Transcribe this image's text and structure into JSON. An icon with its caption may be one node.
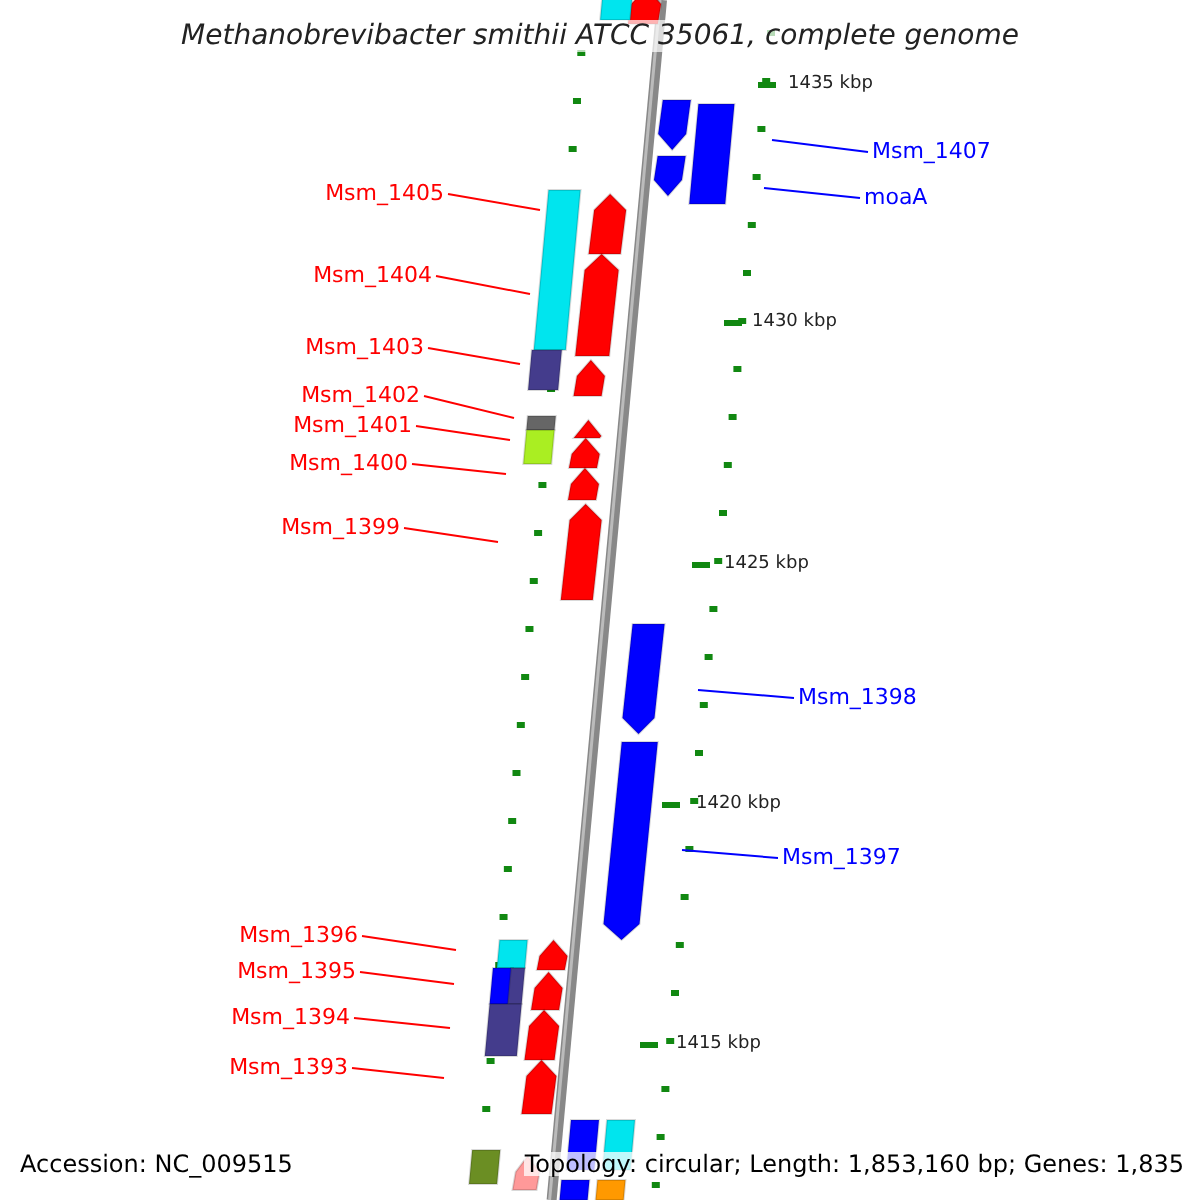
{
  "diagram": {
    "title": "Methanobrevibacter smithii ATCC 35061, complete genome",
    "nodes": [
      {
        "text": [
          "Msm_1407"
        ]
      },
      {
        "text": [
          "moaA"
        ]
      },
      {
        "text": [
          "Msm_1405"
        ]
      },
      {
        "text": [
          "Msm_1404"
        ]
      },
      {
        "text": [
          "Msm_1403"
        ]
      },
      {
        "text": [
          "Msm_1402"
        ]
      },
      {
        "text": [
          "Msm_1401"
        ]
      },
      {
        "text": [
          "Msm_1400"
        ]
      },
      {
        "text": [
          "Msm_1399"
        ]
      },
      {
        "text": [
          "Msm_1398"
        ]
      },
      {
        "text": [
          "Msm_1397"
        ]
      },
      {
        "text": [
          "Msm_1396"
        ]
      },
      {
        "text": [
          "Msm_1395"
        ]
      },
      {
        "text": [
          "Msm_1394"
        ]
      },
      {
        "text": [
          "Msm_1393"
        ]
      }
    ],
    "edges": [
      {
        "from": 0,
        "to": null,
        "arrow": "none",
        "color": "#0000ff"
      },
      {
        "from": 1,
        "to": null,
        "arrow": "none",
        "color": "#0000ff"
      },
      {
        "from": 2,
        "to": null,
        "arrow": "none"
      },
      {
        "from": 3,
        "to": null,
        "arrow": "none"
      },
      {
        "from": 4,
        "to": null,
        "arrow": "none"
      },
      {
        "from": 5,
        "to": null,
        "arrow": "none"
      },
      {
        "from": 6,
        "to": null,
        "arrow": "none"
      },
      {
        "from": 7,
        "to": null,
        "arrow": "none"
      },
      {
        "from": 8,
        "to": null,
        "arrow": "none"
      },
      {
        "from": 9,
        "to": null,
        "arrow": "none",
        "color": "#0000ff"
      },
      {
        "from": 10,
        "to": null,
        "arrow": "none",
        "color": "#0000ff"
      },
      {
        "from": 11,
        "to": null,
        "arrow": "none"
      },
      {
        "from": 12,
        "to": null,
        "arrow": "none"
      },
      {
        "from": 13,
        "to": null,
        "arrow": "none"
      },
      {
        "from": 14,
        "to": null,
        "arrow": "none"
      }
    ],
    "labels": [
      "1435 kbp",
      "1430 kbp",
      "1425 kbp",
      "1420 kbp",
      "1415 kbp",
      "Accession: NC_009515",
      "Topology: circular; Length: 1,853,160 bp; Genes: 1,835"
    ]
  }
}
